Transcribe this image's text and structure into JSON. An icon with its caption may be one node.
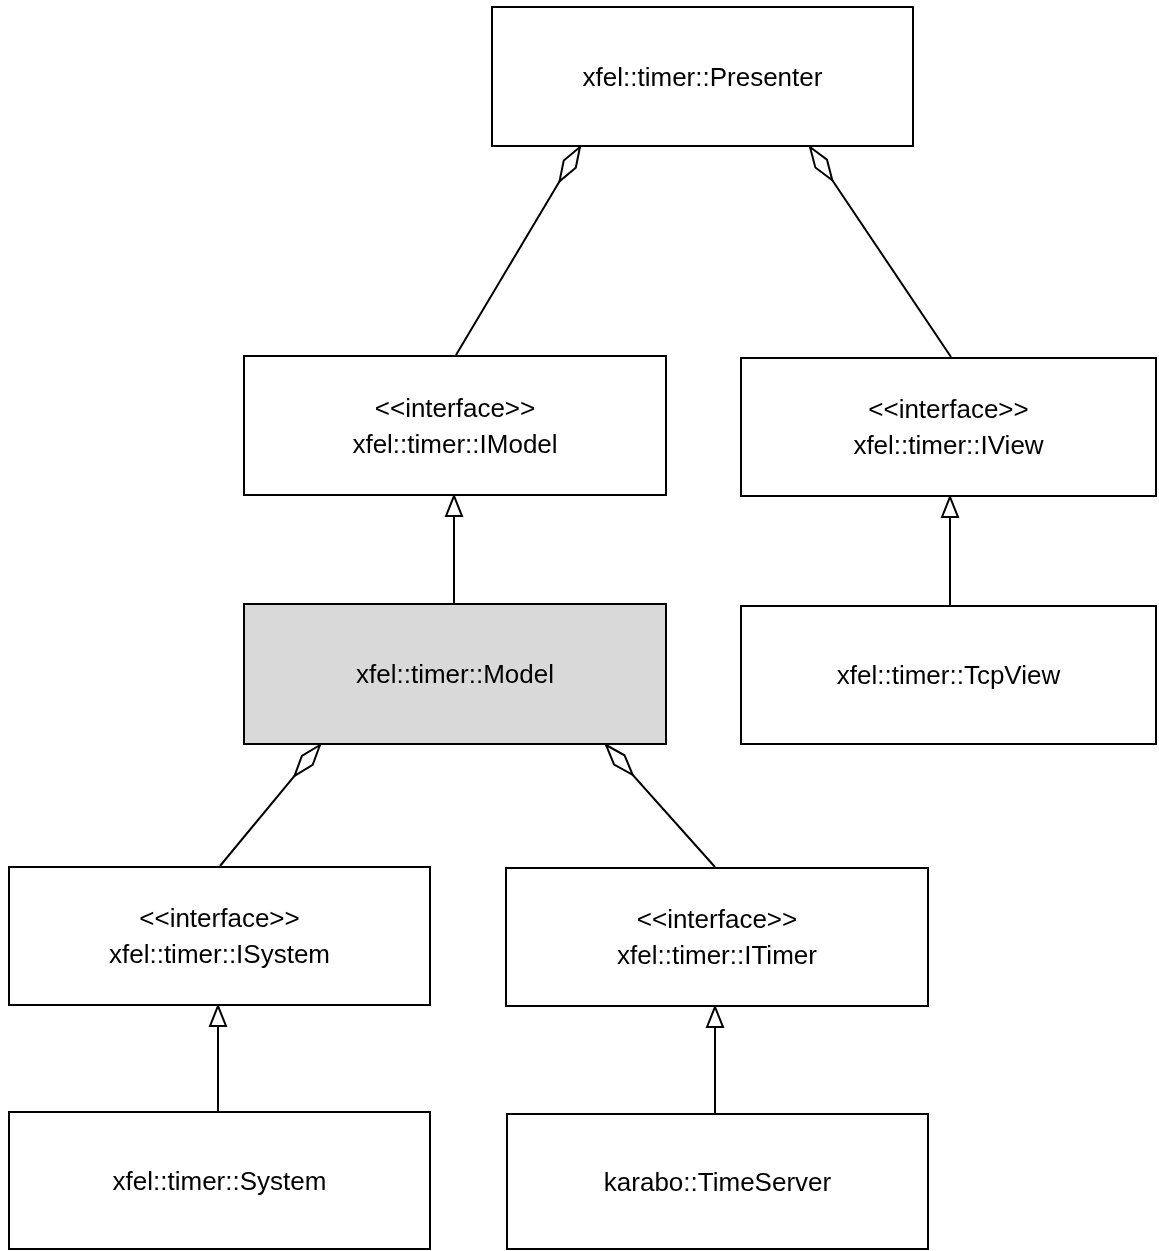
{
  "diagram": {
    "nodes": [
      {
        "text": [
          "xfel::timer::Presenter"
        ]
      },
      {
        "text": [
          "<<interface>>",
          "xfel::timer::IModel"
        ]
      },
      {
        "text": [
          "<<interface>>",
          "xfel::timer::IView"
        ]
      },
      {
        "text": [
          "xfel::timer::Model"
        ]
      },
      {
        "text": [
          "xfel::timer::TcpView"
        ]
      },
      {
        "text": [
          "<<interface>>",
          "xfel::timer::ISystem"
        ]
      },
      {
        "text": [
          "<<interface>>",
          "xfel::timer::ITimer"
        ]
      },
      {
        "text": [
          "xfel::timer::System"
        ]
      },
      {
        "text": [
          "karabo::TimeServer"
        ]
      }
    ],
    "edges": [
      {
        "from": 0,
        "to": 1,
        "arrow": "other"
      },
      {
        "from": 0,
        "to": 2,
        "arrow": "other"
      },
      {
        "from": 3,
        "to": 1,
        "arrow": "to"
      },
      {
        "from": 4,
        "to": 2,
        "arrow": "to"
      },
      {
        "from": 3,
        "to": 5,
        "arrow": "other"
      },
      {
        "from": 3,
        "to": 6,
        "arrow": "other"
      },
      {
        "from": 7,
        "to": 5,
        "arrow": "to"
      },
      {
        "from": 8,
        "to": 6,
        "arrow": "to"
      }
    ]
  }
}
